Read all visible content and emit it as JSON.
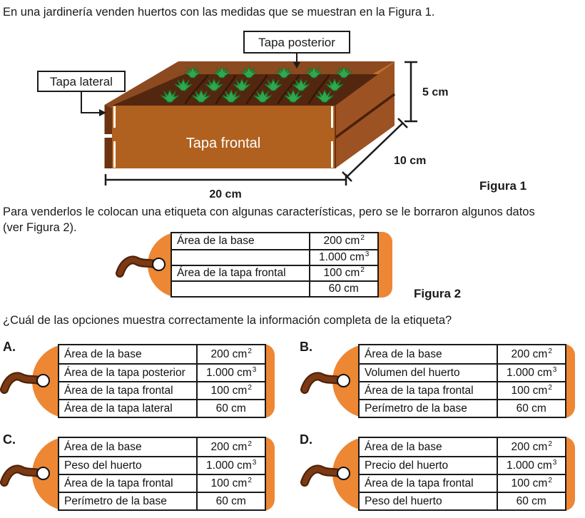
{
  "colors": {
    "accent-orange": "#ED8733",
    "ribbon-brown": "#7B3A14",
    "ribbon-outline": "#4F2208",
    "wood-front": "#B0611F",
    "wood-side": "#9C5222",
    "wood-back": "#8C4A20",
    "wood-dark": "#6B3310",
    "wood-light": "#C0702C",
    "soil": "#53270F",
    "furrow": "#351708",
    "plant-green": "#2FA84F",
    "plant-outline": "#18742C",
    "ink": "#1A1A1A"
  },
  "intro": "En una jardinería venden huertos con las medidas que se muestran en la Figura 1.",
  "figure1": {
    "caption": "Figura 1",
    "label_posterior": "Tapa posterior",
    "label_lateral": "Tapa lateral",
    "label_frontal": "Tapa frontal",
    "dim_height": "5 cm",
    "dim_depth": "10 cm",
    "dim_width": "20 cm"
  },
  "paragraph2": {
    "line1": "Para venderlos le colocan una etiqueta con algunas características, pero se le borraron algunos datos",
    "line2": "(ver Figura 2)."
  },
  "figure2": {
    "caption": "Figura 2",
    "rows": [
      {
        "label": "Área de la base",
        "value": "200 cm",
        "sup": "2"
      },
      {
        "label": "",
        "value": "1.000 cm",
        "sup": "3"
      },
      {
        "label": "Área de la tapa frontal",
        "value": "100 cm",
        "sup": "2"
      },
      {
        "label": "",
        "value": "60 cm",
        "sup": ""
      }
    ]
  },
  "question": "¿Cuál de las opciones muestra correctamente la información completa de la etiqueta?",
  "options": [
    {
      "letter": "A.",
      "rows": [
        {
          "label": "Área de la base",
          "value": "200 cm",
          "sup": "2"
        },
        {
          "label": "Área de la tapa posterior",
          "value": "1.000 cm",
          "sup": "3"
        },
        {
          "label": "Área de la tapa frontal",
          "value": "100 cm",
          "sup": "2"
        },
        {
          "label": "Área de la tapa lateral",
          "value": "60 cm",
          "sup": ""
        }
      ]
    },
    {
      "letter": "B.",
      "rows": [
        {
          "label": "Área de la base",
          "value": "200 cm",
          "sup": "2"
        },
        {
          "label": "Volumen del huerto",
          "value": "1.000 cm",
          "sup": "3"
        },
        {
          "label": "Área de la tapa frontal",
          "value": "100 cm",
          "sup": "2"
        },
        {
          "label": "Perímetro de la base",
          "value": "60 cm",
          "sup": ""
        }
      ]
    },
    {
      "letter": "C.",
      "rows": [
        {
          "label": "Área de la base",
          "value": "200 cm",
          "sup": "2"
        },
        {
          "label": "Peso del huerto",
          "value": "1.000 cm",
          "sup": "3"
        },
        {
          "label": "Área de la tapa frontal",
          "value": "100 cm",
          "sup": "2"
        },
        {
          "label": "Perímetro de la base",
          "value": "60 cm",
          "sup": ""
        }
      ]
    },
    {
      "letter": "D.",
      "rows": [
        {
          "label": "Área de la base",
          "value": "200 cm",
          "sup": "2"
        },
        {
          "label": "Precio del huerto",
          "value": "1.000 cm",
          "sup": "3"
        },
        {
          "label": "Área de la tapa frontal",
          "value": "100 cm",
          "sup": "2"
        },
        {
          "label": "Peso del huerto",
          "value": "60 cm",
          "sup": ""
        }
      ]
    }
  ]
}
